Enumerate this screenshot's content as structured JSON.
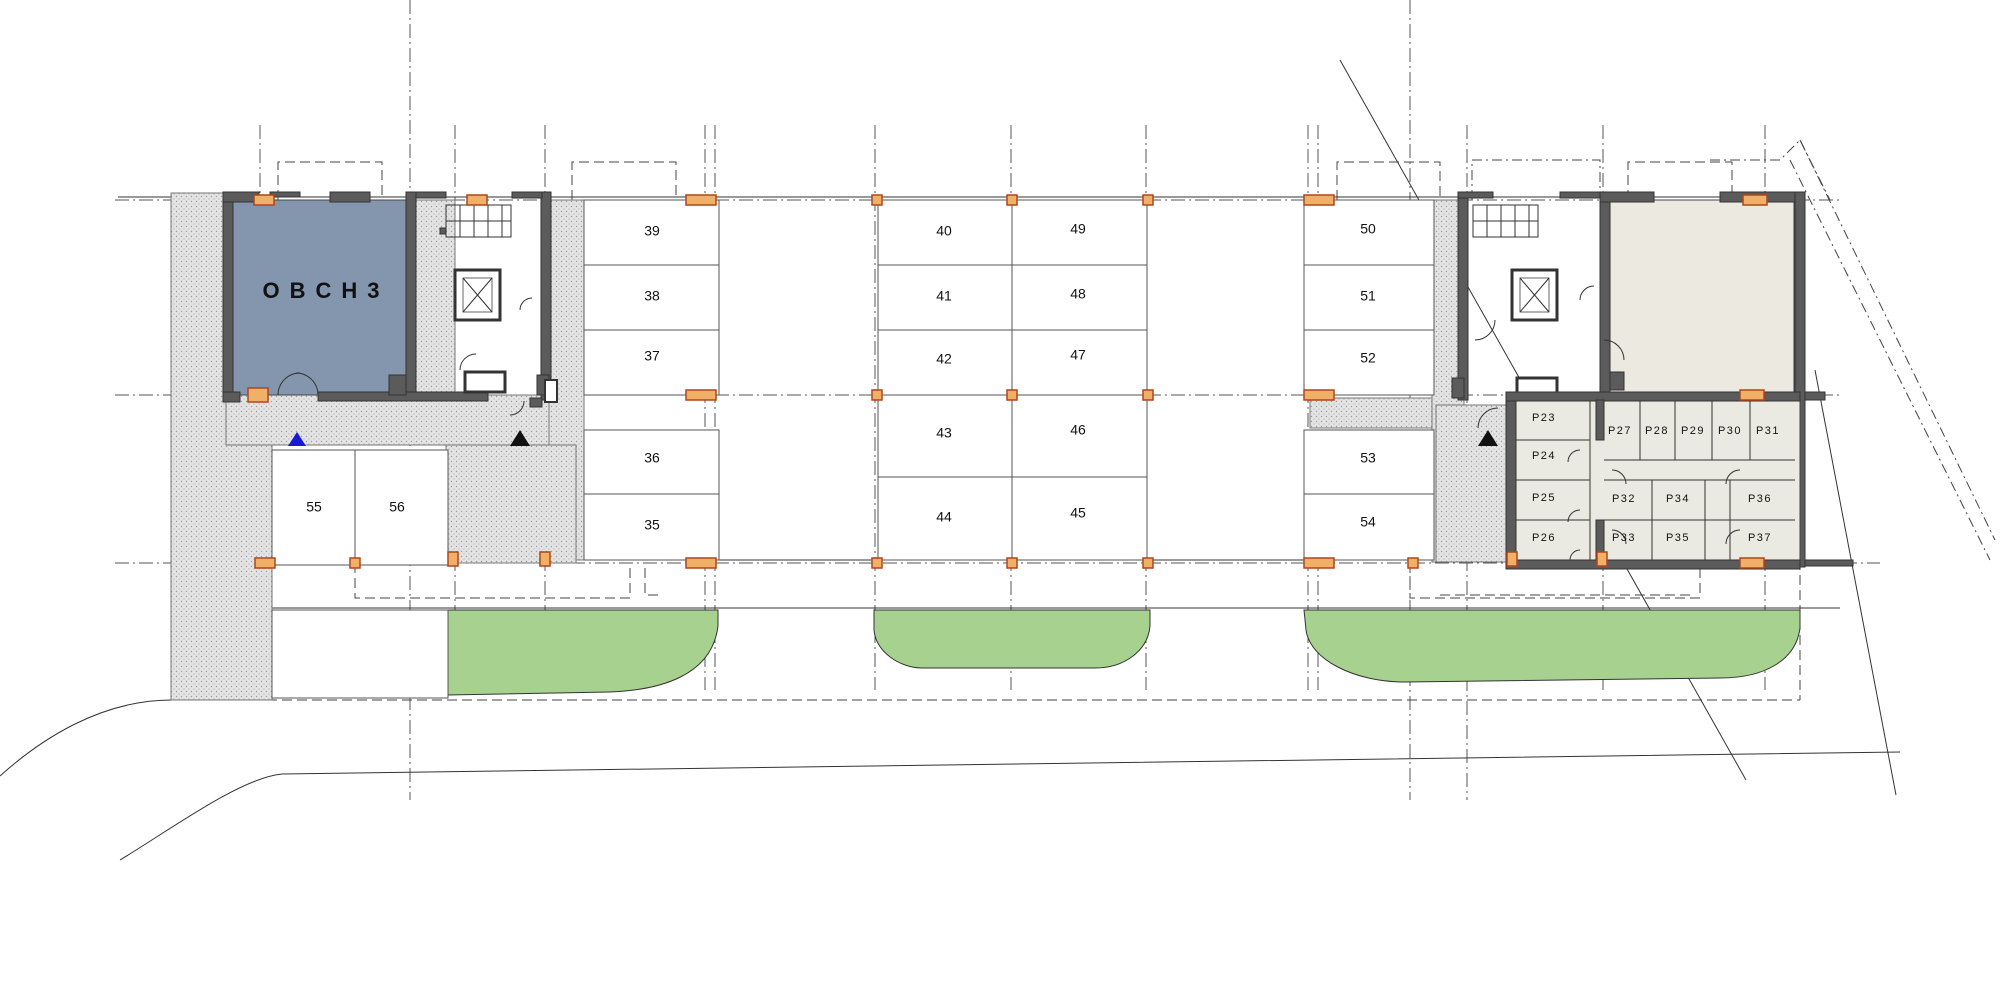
{
  "drawing": {
    "shop_label": "OBCH3",
    "parking_left": [
      "39",
      "38",
      "37",
      "36",
      "35"
    ],
    "parking_center_left": [
      "40",
      "41",
      "42",
      "43",
      "44"
    ],
    "parking_center_right": [
      "49",
      "48",
      "47",
      "46",
      "45"
    ],
    "parking_right": [
      "50",
      "51",
      "52",
      "53",
      "54"
    ],
    "parking_outdoor": [
      "55",
      "56"
    ],
    "storage_cells": [
      "P23",
      "P24",
      "P25",
      "P26",
      "P27",
      "P28",
      "P29",
      "P30",
      "P31",
      "P32",
      "P34",
      "P36",
      "P33",
      "P35",
      "P37"
    ],
    "entrance_markers": [
      "entrance-blue",
      "entrance-black-left",
      "entrance-black-right"
    ],
    "colors": {
      "shop_fill": "#8396ae",
      "grass_fill": "#a6d18e",
      "wall_fill": "#5b5b5b",
      "column_fill": "#f0b068",
      "entrance_blue": "#1a1ad6",
      "room_beige": "#ebe9e0"
    }
  }
}
